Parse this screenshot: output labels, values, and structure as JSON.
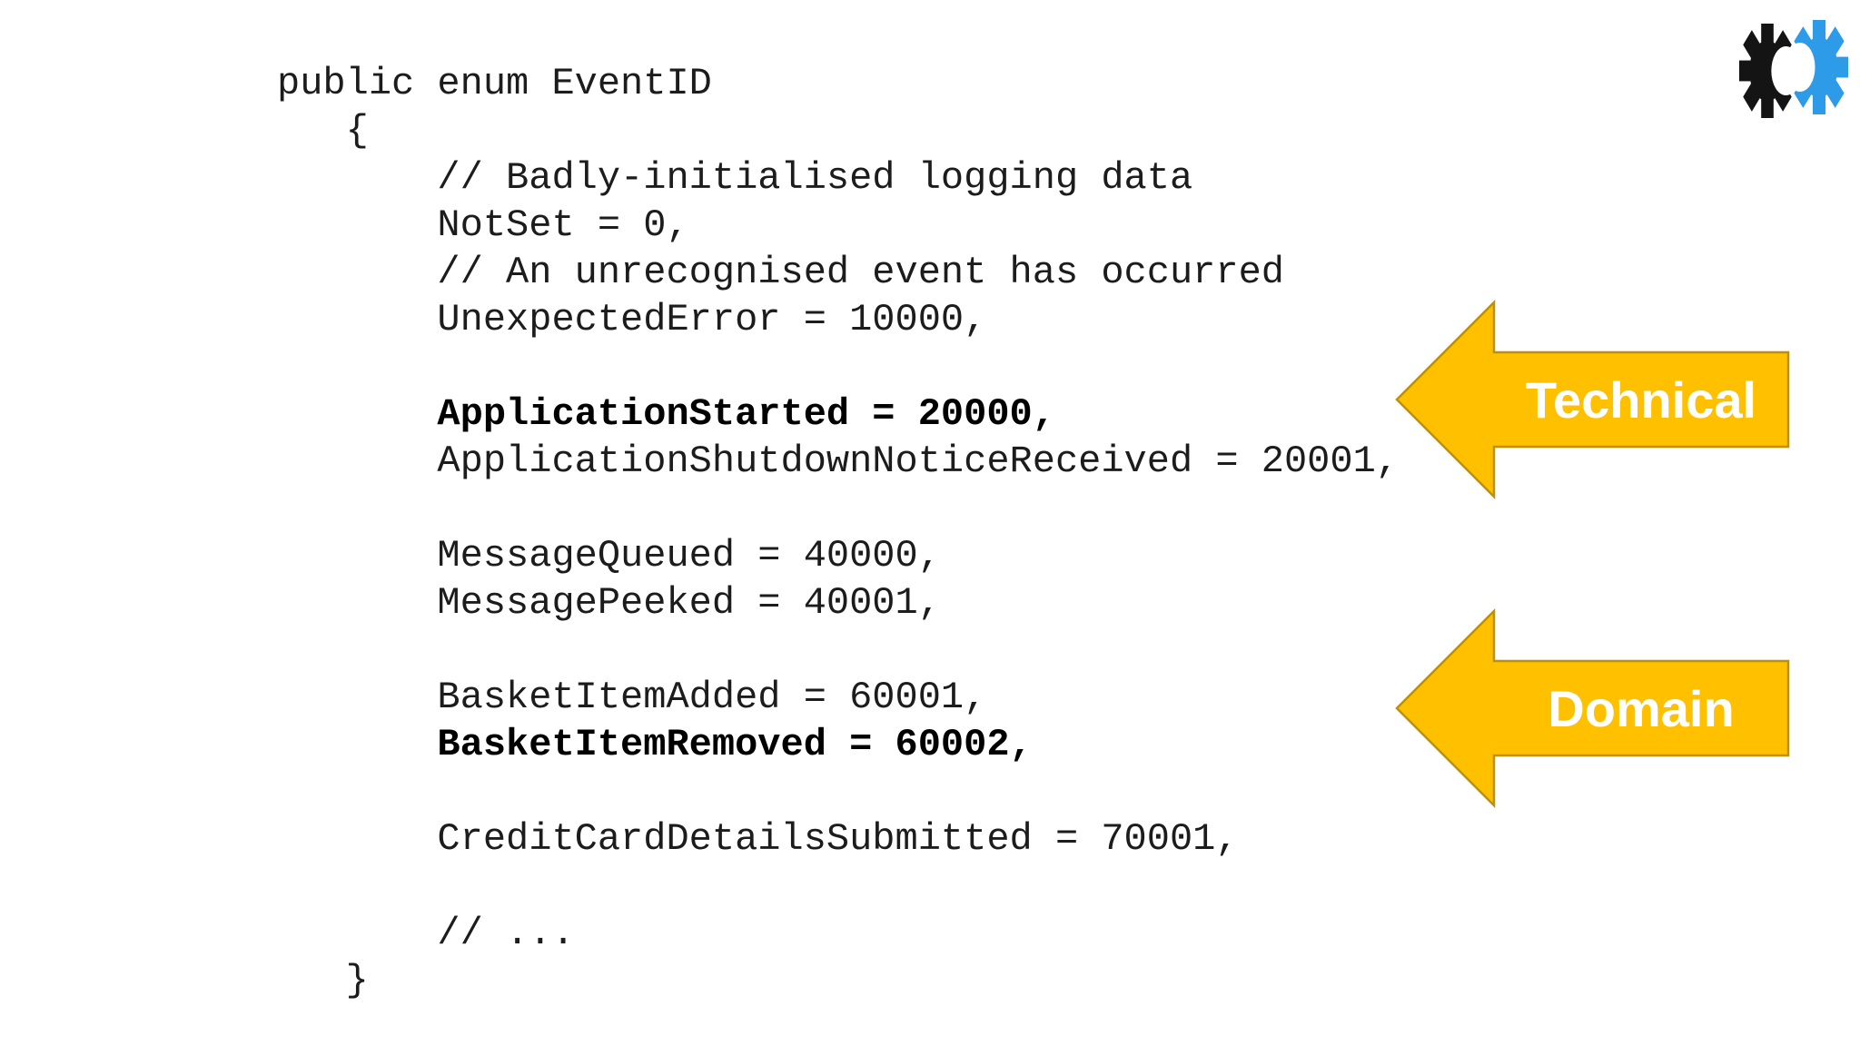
{
  "slide": {
    "code": {
      "language": "csharp",
      "lines": [
        {
          "text": "public enum EventID",
          "bold": false
        },
        {
          "text": "   {",
          "bold": false
        },
        {
          "text": "       // Badly-initialised logging data",
          "bold": false
        },
        {
          "text": "       NotSet = 0,",
          "bold": false
        },
        {
          "text": "       // An unrecognised event has occurred",
          "bold": false
        },
        {
          "text": "       UnexpectedError = 10000,",
          "bold": false
        },
        {
          "text": "",
          "bold": false
        },
        {
          "text": "       ApplicationStarted = 20000,",
          "bold": true
        },
        {
          "text": "       ApplicationShutdownNoticeReceived = 20001,",
          "bold": false
        },
        {
          "text": "",
          "bold": false
        },
        {
          "text": "       MessageQueued = 40000,",
          "bold": false
        },
        {
          "text": "       MessagePeeked = 40001,",
          "bold": false
        },
        {
          "text": "",
          "bold": false
        },
        {
          "text": "       BasketItemAdded = 60001,",
          "bold": false
        },
        {
          "text": "       BasketItemRemoved = 60002,",
          "bold": true
        },
        {
          "text": "",
          "bold": false
        },
        {
          "text": "       CreditCardDetailsSubmitted = 70001,",
          "bold": false
        },
        {
          "text": "",
          "bold": false
        },
        {
          "text": "       // ...",
          "bold": false
        },
        {
          "text": "   }",
          "bold": false
        }
      ]
    },
    "callouts": [
      {
        "label": "Technical",
        "direction": "left",
        "points_at": "ApplicationStarted = 20000,"
      },
      {
        "label": "Domain",
        "direction": "left",
        "points_at": "BasketItemRemoved = 60002,"
      }
    ],
    "logo": {
      "icon": "interlocking-gears-icon"
    },
    "colors": {
      "background": "#ffffff",
      "code_text": "#1c1c1c",
      "arrow_fill": "#ffc000",
      "arrow_border": "#bf9000",
      "arrow_label": "#ffffff",
      "logo_black": "#141414",
      "logo_blue": "#2e9be8"
    }
  }
}
